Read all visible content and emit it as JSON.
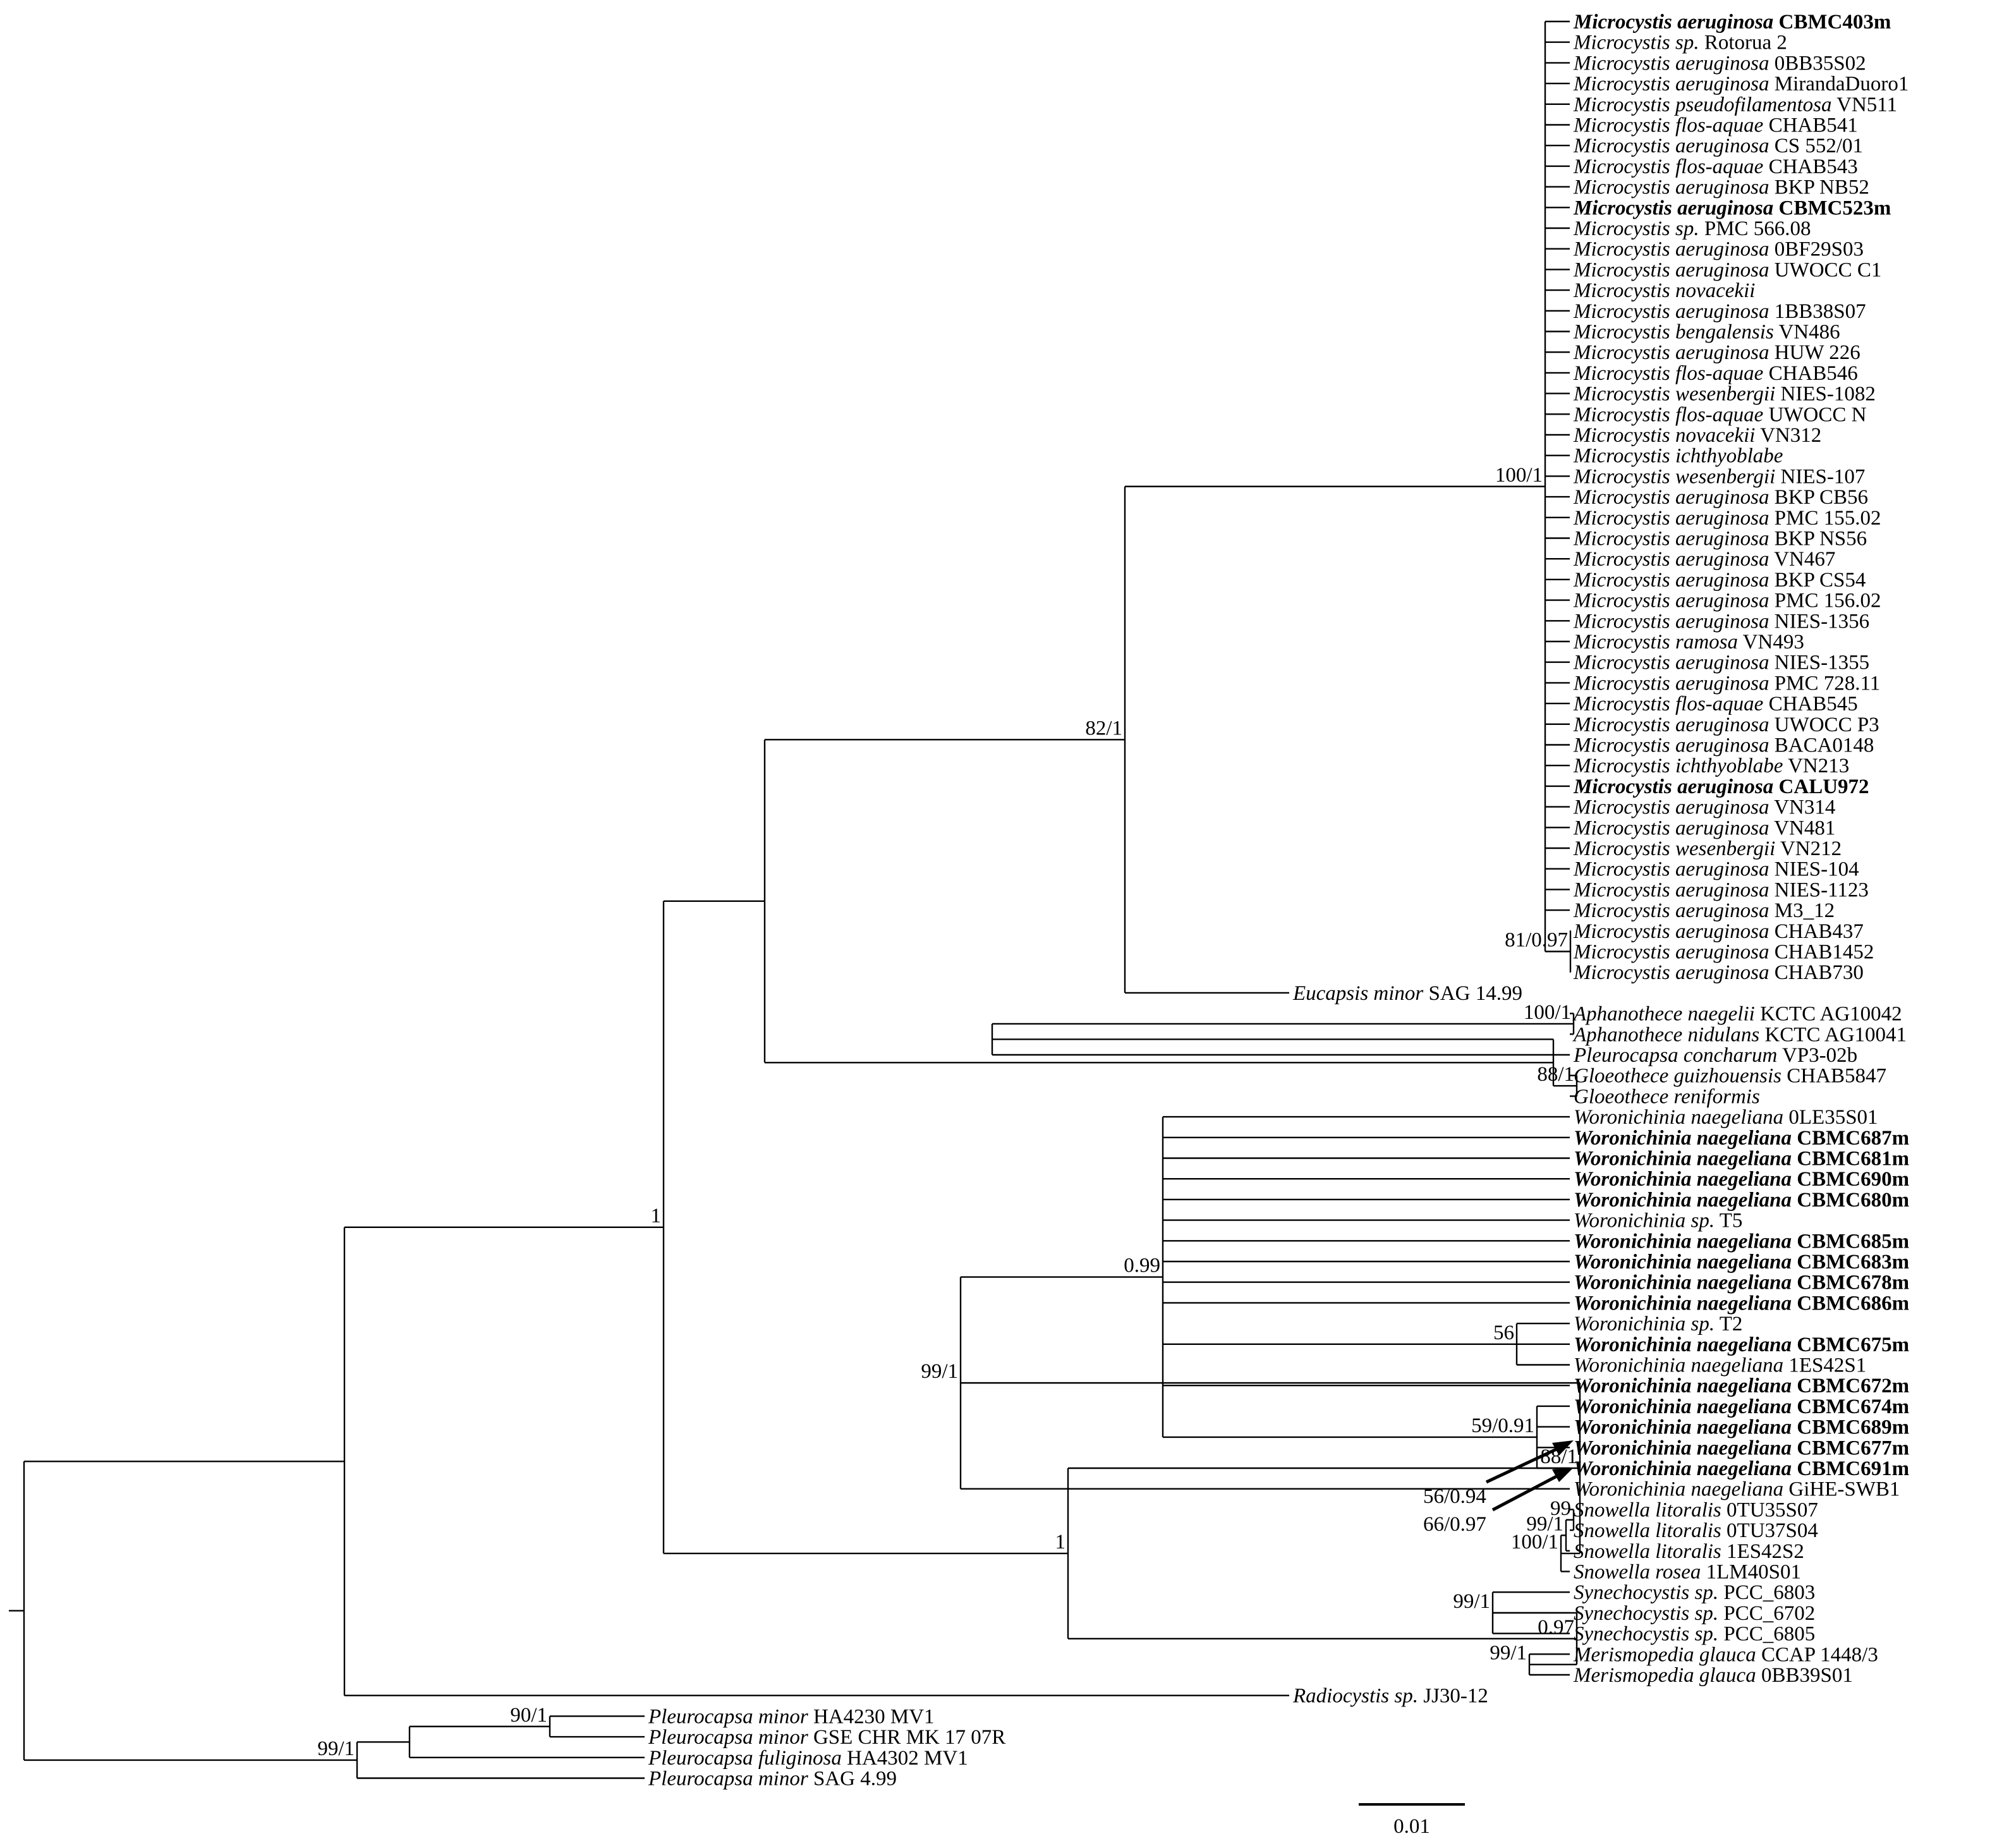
{
  "tree": {
    "children": [
      {
        "support": "1",
        "children": [
          {
            "children": [
              {
                "support": "82/1",
                "children": [
                  {
                    "support": "100/1",
                    "children": [
                      {
                        "name": "CBMC403m-row",
                        "species": "Microcystis aeruginosa",
                        "strain": "CBMC403m",
                        "bold": true
                      },
                      {
                        "species": "Microcystis sp.",
                        "strain": "Rotorua 2"
                      },
                      {
                        "species": "Microcystis aeruginosa",
                        "strain": "0BB35S02"
                      },
                      {
                        "species": "Microcystis aeruginosa",
                        "strain": "MirandaDuoro1"
                      },
                      {
                        "species": "Microcystis pseudofilamentosa",
                        "strain": "VN511"
                      },
                      {
                        "species": "Microcystis flos-aquae",
                        "strain": "CHAB541"
                      },
                      {
                        "species": "Microcystis aeruginosa",
                        "strain": "CS 552/01"
                      },
                      {
                        "species": "Microcystis flos-aquae",
                        "strain": "CHAB543"
                      },
                      {
                        "species": "Microcystis aeruginosa",
                        "strain": "BKP NB52"
                      },
                      {
                        "species": "Microcystis aeruginosa",
                        "strain": "CBMC523m",
                        "bold": true
                      },
                      {
                        "species": "Microcystis sp.",
                        "strain": "PMC 566.08"
                      },
                      {
                        "species": "Microcystis aeruginosa",
                        "strain": "0BF29S03"
                      },
                      {
                        "species": "Microcystis aeruginosa",
                        "strain": "UWOCC C1"
                      },
                      {
                        "species": "Microcystis novacekii",
                        "strain": ""
                      },
                      {
                        "species": "Microcystis aeruginosa",
                        "strain": "1BB38S07"
                      },
                      {
                        "species": "Microcystis bengalensis",
                        "strain": "VN486"
                      },
                      {
                        "species": "Microcystis aeruginosa",
                        "strain": "HUW 226"
                      },
                      {
                        "species": "Microcystis flos-aquae",
                        "strain": "CHAB546"
                      },
                      {
                        "species": "Microcystis wesenbergii",
                        "strain": "NIES-1082"
                      },
                      {
                        "species": "Microcystis flos-aquae",
                        "strain": "UWOCC N"
                      },
                      {
                        "species": "Microcystis novacekii",
                        "strain": "VN312"
                      },
                      {
                        "species": "Microcystis ichthyoblabe",
                        "strain": ""
                      },
                      {
                        "species": "Microcystis wesenbergii",
                        "strain": "NIES-107"
                      },
                      {
                        "species": "Microcystis aeruginosa",
                        "strain": "BKP CB56"
                      },
                      {
                        "species": "Microcystis aeruginosa",
                        "strain": "PMC 155.02"
                      },
                      {
                        "species": "Microcystis aeruginosa",
                        "strain": "BKP NS56"
                      },
                      {
                        "species": "Microcystis aeruginosa",
                        "strain": "VN467"
                      },
                      {
                        "species": "Microcystis aeruginosa",
                        "strain": "BKP CS54"
                      },
                      {
                        "species": "Microcystis aeruginosa",
                        "strain": "PMC 156.02"
                      },
                      {
                        "species": "Microcystis aeruginosa",
                        "strain": "NIES-1356"
                      },
                      {
                        "species": "Microcystis ramosa",
                        "strain": "VN493"
                      },
                      {
                        "species": "Microcystis aeruginosa",
                        "strain": "NIES-1355"
                      },
                      {
                        "species": "Microcystis aeruginosa",
                        "strain": "PMC 728.11"
                      },
                      {
                        "species": "Microcystis flos-aquae",
                        "strain": "CHAB545"
                      },
                      {
                        "species": "Microcystis aeruginosa",
                        "strain": "UWOCC P3"
                      },
                      {
                        "species": "Microcystis aeruginosa",
                        "strain": "BACA0148"
                      },
                      {
                        "species": "Microcystis ichthyoblabe",
                        "strain": "VN213"
                      },
                      {
                        "species": "Microcystis aeruginosa",
                        "strain": "CALU972",
                        "bold": true
                      },
                      {
                        "species": "Microcystis aeruginosa",
                        "strain": "VN314"
                      },
                      {
                        "species": "Microcystis aeruginosa",
                        "strain": "VN481"
                      },
                      {
                        "species": "Microcystis wesenbergii",
                        "strain": "VN212"
                      },
                      {
                        "species": "Microcystis aeruginosa",
                        "strain": "NIES-104"
                      },
                      {
                        "species": "Microcystis aeruginosa",
                        "strain": "NIES-1123"
                      },
                      {
                        "species": "Microcystis aeruginosa",
                        "strain": "M3_12"
                      },
                      {
                        "support": "81/0.97",
                        "children": [
                          {
                            "species": "Microcystis aeruginosa",
                            "strain": "CHAB437"
                          },
                          {
                            "species": "Microcystis aeruginosa",
                            "strain": "CHAB1452"
                          },
                          {
                            "species": "Microcystis aeruginosa",
                            "strain": "CHAB730"
                          }
                        ]
                      }
                    ]
                  },
                  {
                    "species": "Eucapsis minor",
                    "strain": "SAG 14.99"
                  }
                ]
              },
              {
                "children": [
                  {
                    "children": [
                      {
                        "support": "100/1",
                        "children": [
                          {
                            "species": "Aphanothece naegelii",
                            "strain": "KCTC AG10042"
                          },
                          {
                            "species": "Aphanothece nidulans",
                            "strain": "KCTC AG10041"
                          }
                        ]
                      },
                      {
                        "species": "Pleurocapsa concharum",
                        "strain": "VP3-02b"
                      }
                    ]
                  },
                  {
                    "support": "88/1",
                    "children": [
                      {
                        "species": "Gloeothece guizhouensis",
                        "strain": "CHAB5847"
                      },
                      {
                        "species": "Gloeothece reniformis",
                        "strain": ""
                      }
                    ]
                  }
                ]
              }
            ]
          },
          {
            "support": "1",
            "children": [
              {
                "support": "88/1",
                "children": [
                  {
                    "support": "99/1",
                    "children": [
                      {
                        "support": "0.99",
                        "children": [
                          {
                            "species": "Woronichinia naegeliana",
                            "strain": "0LE35S01"
                          },
                          {
                            "species": "Woronichinia naegeliana",
                            "strain": "CBMC687m",
                            "bold": true
                          },
                          {
                            "species": "Woronichinia naegeliana",
                            "strain": "CBMC681m",
                            "bold": true
                          },
                          {
                            "species": "Woronichinia naegeliana",
                            "strain": "CBMC690m",
                            "bold": true
                          },
                          {
                            "species": "Woronichinia naegeliana",
                            "strain": "CBMC680m",
                            "bold": true
                          },
                          {
                            "species": "Woronichinia sp.",
                            "strain": "T5"
                          },
                          {
                            "species": "Woronichinia naegeliana",
                            "strain": "CBMC685m",
                            "bold": true
                          },
                          {
                            "species": "Woronichinia naegeliana",
                            "strain": "CBMC683m",
                            "bold": true
                          },
                          {
                            "species": "Woronichinia naegeliana",
                            "strain": "CBMC678m",
                            "bold": true
                          },
                          {
                            "species": "Woronichinia naegeliana",
                            "strain": "CBMC686m",
                            "bold": true
                          },
                          {
                            "support": "56",
                            "children": [
                              {
                                "species": "Woronichinia sp.",
                                "strain": "T2"
                              },
                              {
                                "species": "Woronichinia naegeliana",
                                "strain": "CBMC675m",
                                "bold": true
                              },
                              {
                                "species": "Woronichinia naegeliana",
                                "strain": "1ES42S1"
                              }
                            ]
                          },
                          {
                            "species": "Woronichinia naegeliana",
                            "strain": "CBMC672m",
                            "bold": true
                          },
                          {
                            "support": "59/0.91",
                            "children": [
                              {
                                "species": "Woronichinia naegeliana",
                                "strain": "CBMC674m",
                                "bold": true
                              },
                              {
                                "species": "Woronichinia naegeliana",
                                "strain": "CBMC689m",
                                "bold": true
                              },
                              {
                                "species": "Woronichinia naegeliana",
                                "strain": "CBMC677m",
                                "bold": true
                              },
                              {
                                "species": "Woronichinia naegeliana",
                                "strain": "CBMC691m",
                                "bold": true
                              }
                            ]
                          }
                        ]
                      },
                      {
                        "species": "Woronichinia naegeliana",
                        "strain": "GiHE-SWB1"
                      }
                    ]
                  },
                  {
                    "support": "100/1",
                    "children": [
                      {
                        "support": "99/1",
                        "children": [
                          {
                            "support": "99",
                            "children": [
                              {
                                "species": "Snowella litoralis",
                                "strain": "0TU35S07"
                              },
                              {
                                "species": "Snowella litoralis",
                                "strain": "0TU37S04"
                              }
                            ]
                          },
                          {
                            "species": "Snowella litoralis",
                            "strain": "1ES42S2"
                          }
                        ]
                      },
                      {
                        "species": "Snowella rosea",
                        "strain": "1LM40S01"
                      }
                    ]
                  }
                ]
              },
              {
                "support": "0.97",
                "children": [
                  {
                    "support": "99/1",
                    "children": [
                      {
                        "species": "Synechocystis sp.",
                        "strain": "PCC_6803"
                      },
                      {
                        "species": "Synechocystis sp.",
                        "strain": "PCC_6702"
                      },
                      {
                        "species": "Synechocystis sp.",
                        "strain": "PCC_6805"
                      }
                    ]
                  },
                  {
                    "support": "99/1",
                    "children": [
                      {
                        "species": "Merismopedia glauca",
                        "strain": "CCAP 1448/3"
                      },
                      {
                        "species": "Merismopedia glauca",
                        "strain": "0BB39S01"
                      }
                    ]
                  }
                ]
              }
            ]
          }
        ]
      },
      {
        "species": "Radiocystis sp.",
        "strain": "JJ30-12"
      }
    ]
  },
  "outgroup": {
    "support": "99/1",
    "children": [
      {
        "children": [
          {
            "support": "90/1",
            "children": [
              {
                "species": "Pleurocapsa minor",
                "strain": "HA4230 MV1"
              },
              {
                "species": "Pleurocapsa minor",
                "strain": "GSE CHR MK 17 07R"
              }
            ]
          },
          {
            "species": "Pleurocapsa fuliginosa",
            "strain": "HA4302 MV1"
          }
        ]
      },
      {
        "species": "Pleurocapsa minor",
        "strain": "SAG 4.99"
      }
    ]
  },
  "arrow_labels": [
    "56/0.94",
    "66/0.97"
  ],
  "scale_bar": {
    "label": "0.01"
  }
}
